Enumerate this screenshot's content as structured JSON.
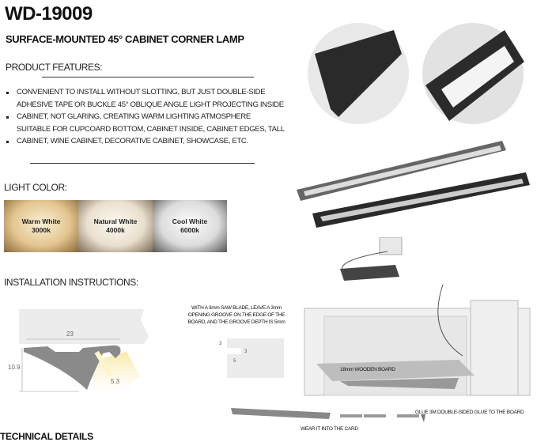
{
  "title": "WD-19009",
  "subtitle": "SURFACE-MOUNTED 45° CABINET CORNER LAMP",
  "features": {
    "heading": "PRODUCT FEATURES:",
    "lines": [
      "CONVENIENT TO INSTALL WITHOUT SLOTTING, BUT JUST DOUBLE-SIDE",
      "ADHESIVE TAPE OR BUCKLE 45° OBLIQUE ANGLE LIGHT PROJECTING INSIDE",
      "CABINET, NOT GLARING, CREATING WARM LIGHTING ATMOSPHERE",
      "SUITABLE FOR CUPCOARD BOTTOM, CABINET INSIDE, CABINET EDGES, TALL",
      "CABINET, WINE CABINET, DECORATIVE CABINET, SHOWCASE, ETC."
    ]
  },
  "light_color": {
    "heading": "LIGHT COLOR:",
    "swatches": [
      {
        "name": "Warm White",
        "temp": "3000k",
        "color": "#e8cf9e"
      },
      {
        "name": "Natural White",
        "temp": "4000k",
        "color": "#efe6d6"
      },
      {
        "name": "Cool White",
        "temp": "6000k",
        "color": "#e6e6e6"
      }
    ]
  },
  "installation": {
    "heading": "INSTALLATION INSTRUCTIONS:",
    "profile_dims": {
      "width": "23",
      "height": "10.9",
      "led": "5.3"
    },
    "groove_note": [
      "WITH A 3mm SAW BLADE, LEAVE A 3mm",
      "OPENING GROOVE ON THE EDGE OF THE",
      "BOARD, AND THE GROOVE DEPTH IS 5mm"
    ],
    "groove_dims": {
      "a": "3",
      "b": "3",
      "c": "5"
    },
    "board_label": "18mm WOODEN BOARD",
    "glue_note": "GLUE 3M DOUBLE-SIDED GLUE TO THE BOARD",
    "wear_note": "WEAR IT INTO THE CARD"
  },
  "next_heading": "TECHNICAL DETAILS"
}
